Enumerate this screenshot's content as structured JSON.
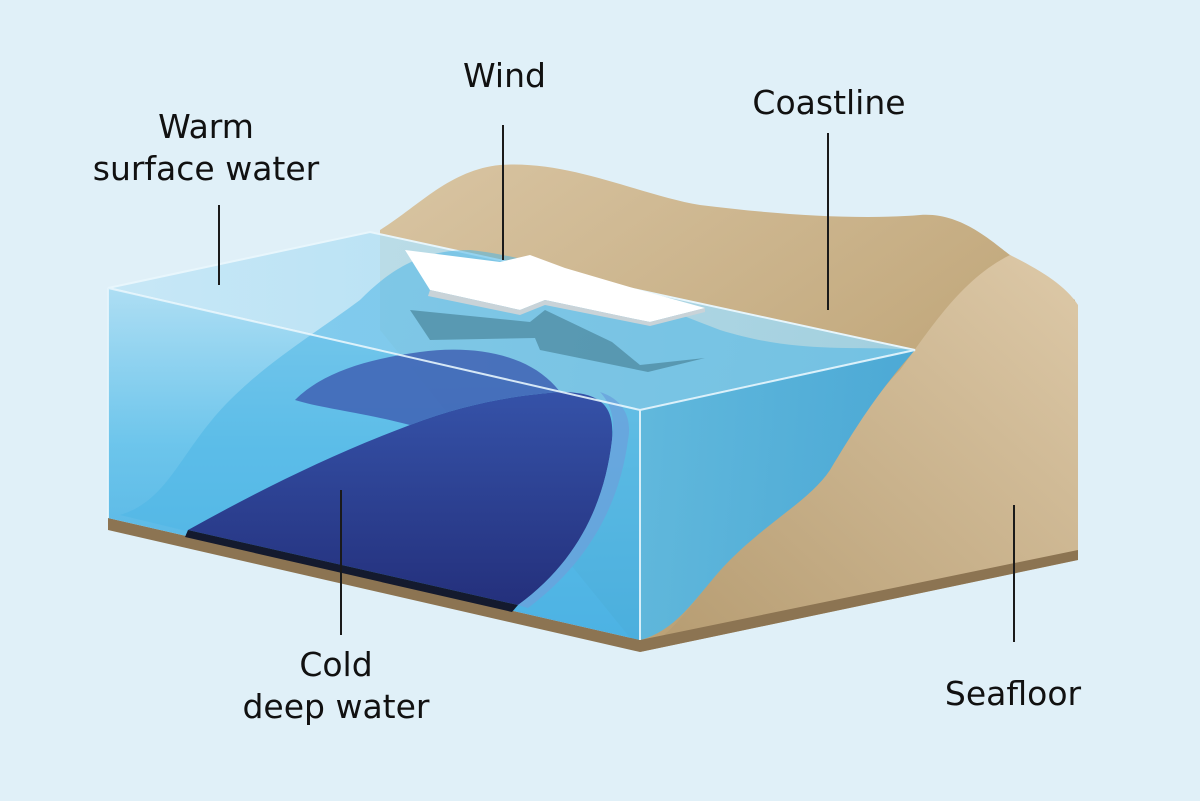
{
  "labels": {
    "wind": "Wind",
    "coastline": "Coastline",
    "warm_surface_water": [
      "Warm",
      "surface water"
    ],
    "cold_deep_water": [
      "Cold",
      "deep water"
    ],
    "seafloor": "Seafloor"
  },
  "colors": {
    "background": "#e0f0f8",
    "land_light": "#d8c3a0",
    "land_dark": "#a88e62",
    "seafloor_edge": "#8c7452",
    "water_surface": "#b7e0f4",
    "water_mid": "#5bbde6",
    "water_deep": "#2f8fd0",
    "cold_water": "#2b3b8c",
    "arrow": "#ffffff",
    "arrow_shadow": "#4d8aa0"
  }
}
